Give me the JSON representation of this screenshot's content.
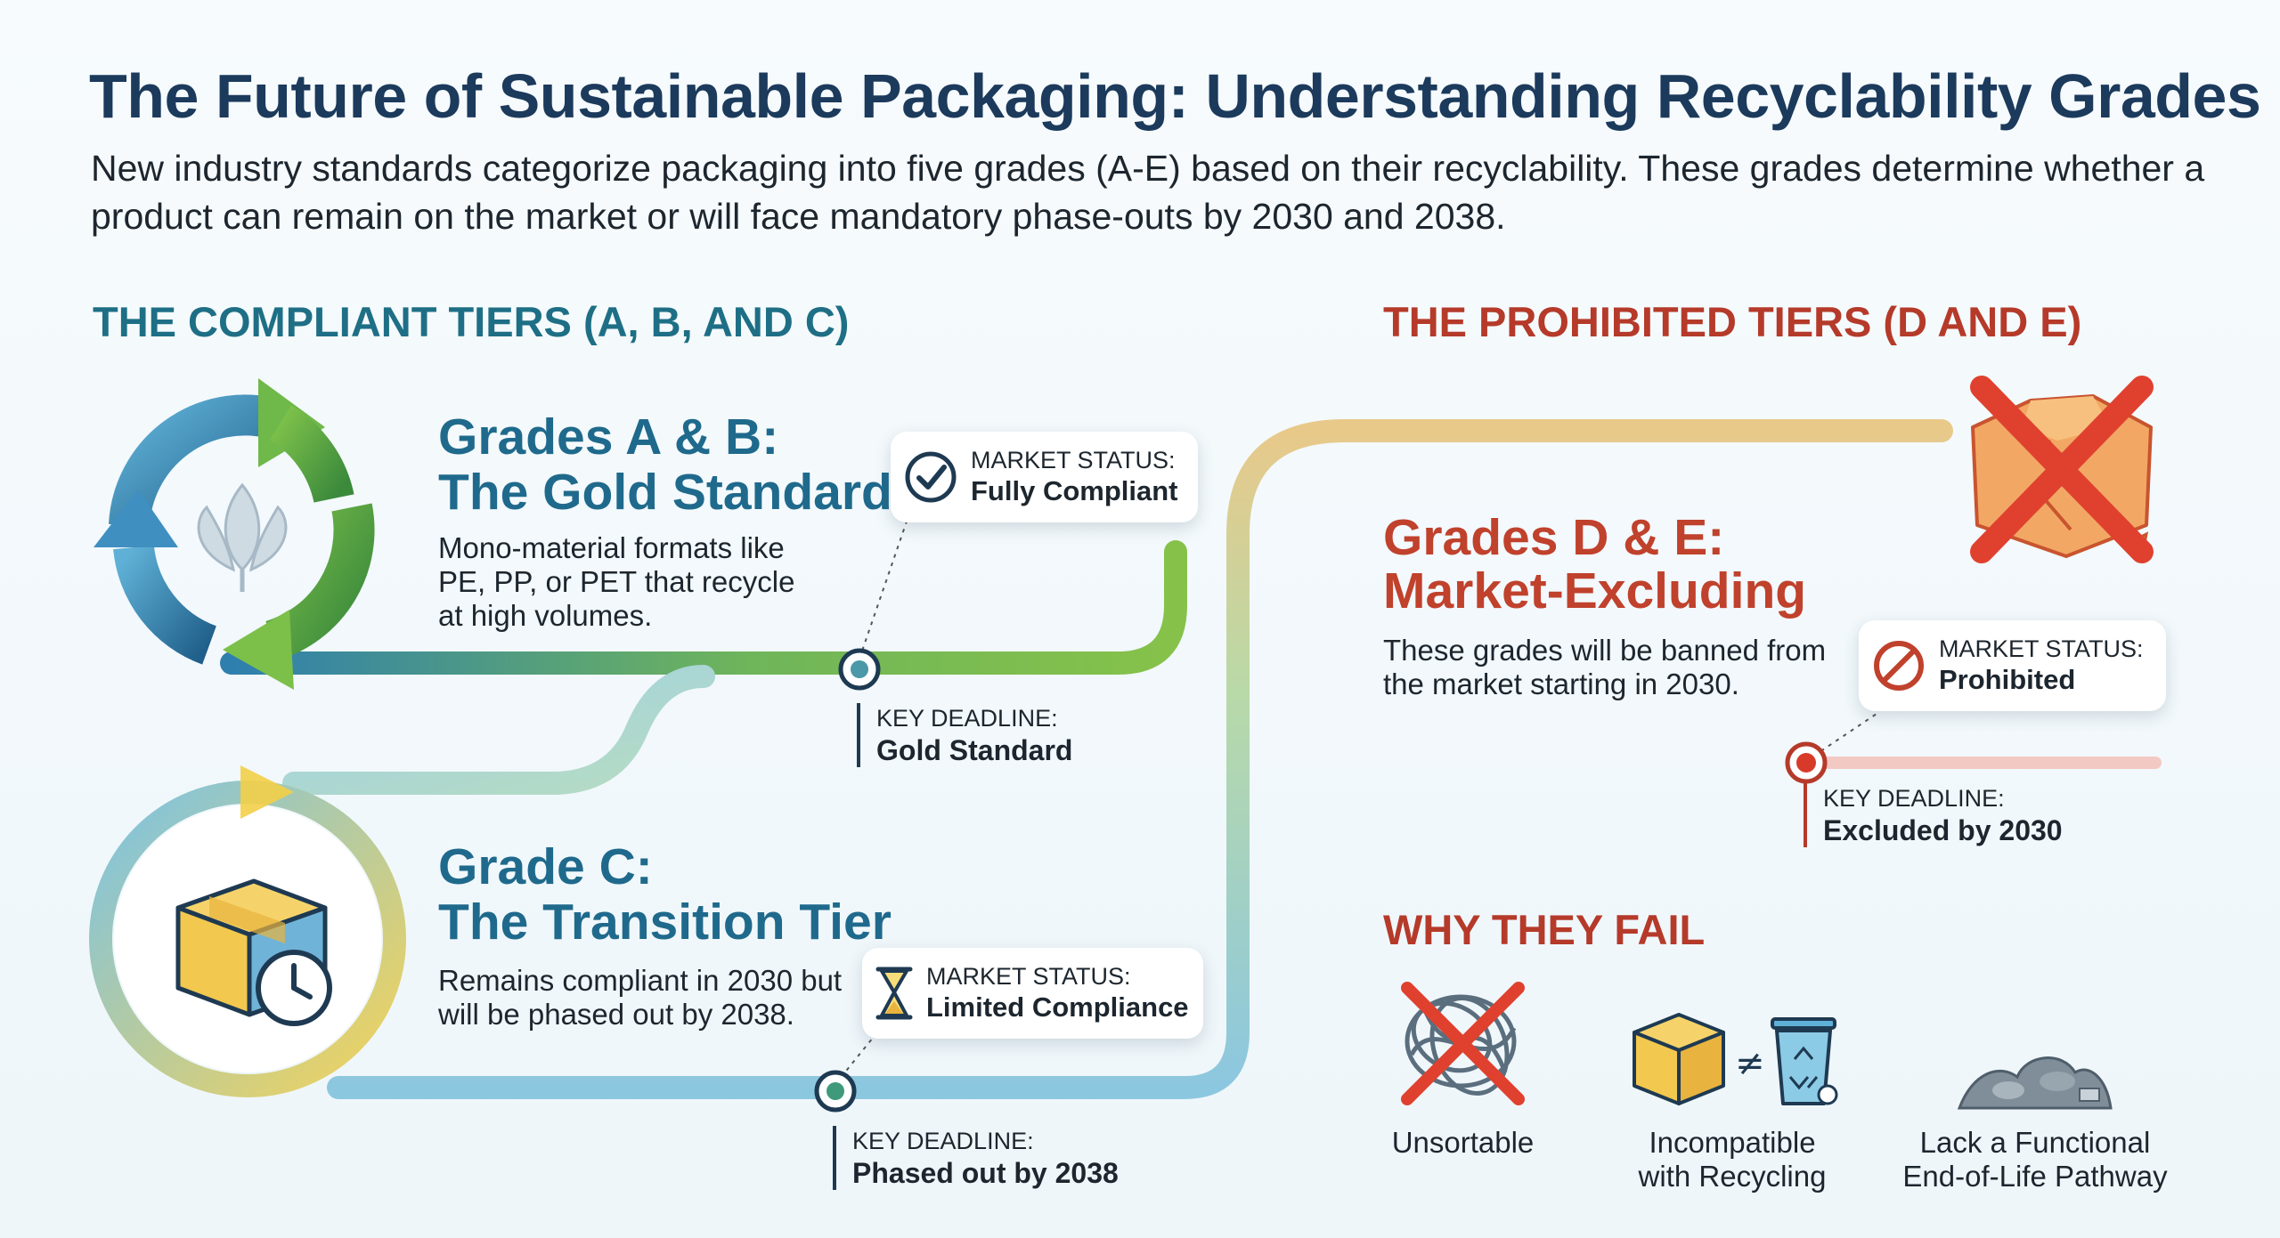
{
  "header": {
    "title": "The Future of Sustainable Packaging: Understanding Recyclability Grades",
    "subtitle": "New industry standards categorize packaging into five grades (A-E) based on their recyclability. These grades determine whether a product can remain on the market or will face mandatory phase-outs by 2030 and 2038."
  },
  "compliant": {
    "heading": "THE COMPLIANT TIERS (A, B, AND C)",
    "gold": {
      "title_line1": "Grades A & B:",
      "title_line2": "The Gold Standard",
      "description": "Mono-material formats like PE, PP, or PET that recycle at high volumes.",
      "status_label": "MARKET STATUS:",
      "status_value": "Fully Compliant",
      "deadline_label": "KEY DEADLINE:",
      "deadline_value": "Gold Standard",
      "icon": "recycle-leaf-icon",
      "status_icon": "checkmark-circle-icon"
    },
    "transition": {
      "title_line1": "Grade C:",
      "title_line2": "The Transition Tier",
      "description": "Remains compliant in 2030 but will be phased out by 2038.",
      "status_label": "MARKET STATUS:",
      "status_value": "Limited Compliance",
      "deadline_label": "KEY DEADLINE:",
      "deadline_value": "Phased out by 2038",
      "icon": "box-clock-icon",
      "status_icon": "hourglass-icon"
    }
  },
  "prohibited": {
    "heading": "THE PROHIBITED TIERS (D AND E)",
    "tier": {
      "title_line1": "Grades D & E:",
      "title_line2": "Market-Excluding",
      "description": "These grades will be banned from the market starting in 2030.",
      "status_label": "MARKET STATUS:",
      "status_value": "Prohibited",
      "deadline_label": "KEY DEADLINE:",
      "deadline_value": "Excluded by 2030",
      "icon": "crossed-broken-box-icon",
      "status_icon": "prohibited-icon"
    },
    "why_heading": "WHY THEY FAIL",
    "reasons": [
      {
        "line1": "Unsortable",
        "line2": "",
        "icon": "tangled-crossed-icon"
      },
      {
        "line1": "Incompatible",
        "line2": "with Recycling",
        "icon": "box-not-equal-bin-icon"
      },
      {
        "line1": "Lack a Functional",
        "line2": "End-of-Life Pathway",
        "icon": "waste-pile-icon"
      }
    ]
  },
  "colors": {
    "navy": "#1b3a5c",
    "teal": "#1e6f86",
    "green": "#7cc04a",
    "blue": "#3f8fc1",
    "yellow": "#f2cf4a",
    "red": "#d83a2a",
    "orange": "#f2a15a"
  }
}
